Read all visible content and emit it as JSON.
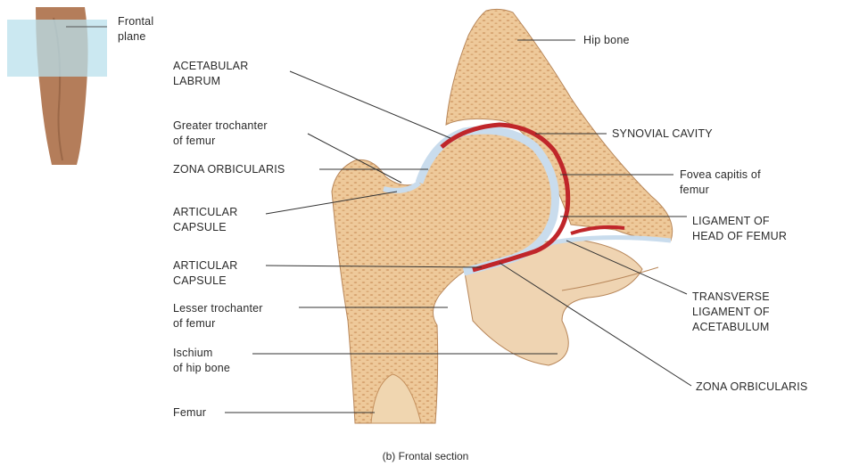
{
  "labels": {
    "frontal_plane": "Frontal\nplane",
    "hip_bone": "Hip bone",
    "acetabular_labrum": "ACETABULAR\nLABRUM",
    "greater_trochanter": "Greater trochanter\nof femur",
    "zona_orbicularis_left": "ZONA ORBICULARIS",
    "articular_capsule_1": "ARTICULAR\nCAPSULE",
    "articular_capsule_2": "ARTICULAR\nCAPSULE",
    "lesser_trochanter": "Lesser trochanter\nof femur",
    "ischium": "Ischium\nof hip bone",
    "femur": "Femur",
    "synovial_cavity": "SYNOVIAL CAVITY",
    "fovea_capitis": "Fovea capitis of\nfemur",
    "ligament_head": "LIGAMENT OF\nHEAD OF FEMUR",
    "transverse_ligament": "TRANSVERSE\nLIGAMENT OF\nACETABULUM",
    "zona_orbicularis_right": "ZONA ORBICULARIS"
  },
  "caption": "(b) Frontal section",
  "colors": {
    "bone": "#eec99a",
    "bone_dot": "#c9905a",
    "cartilage": "#c9dced",
    "synovial": "#c0262a",
    "skin": "#b47d5a",
    "plane": "#b9e0ec",
    "leader": "#333333"
  }
}
